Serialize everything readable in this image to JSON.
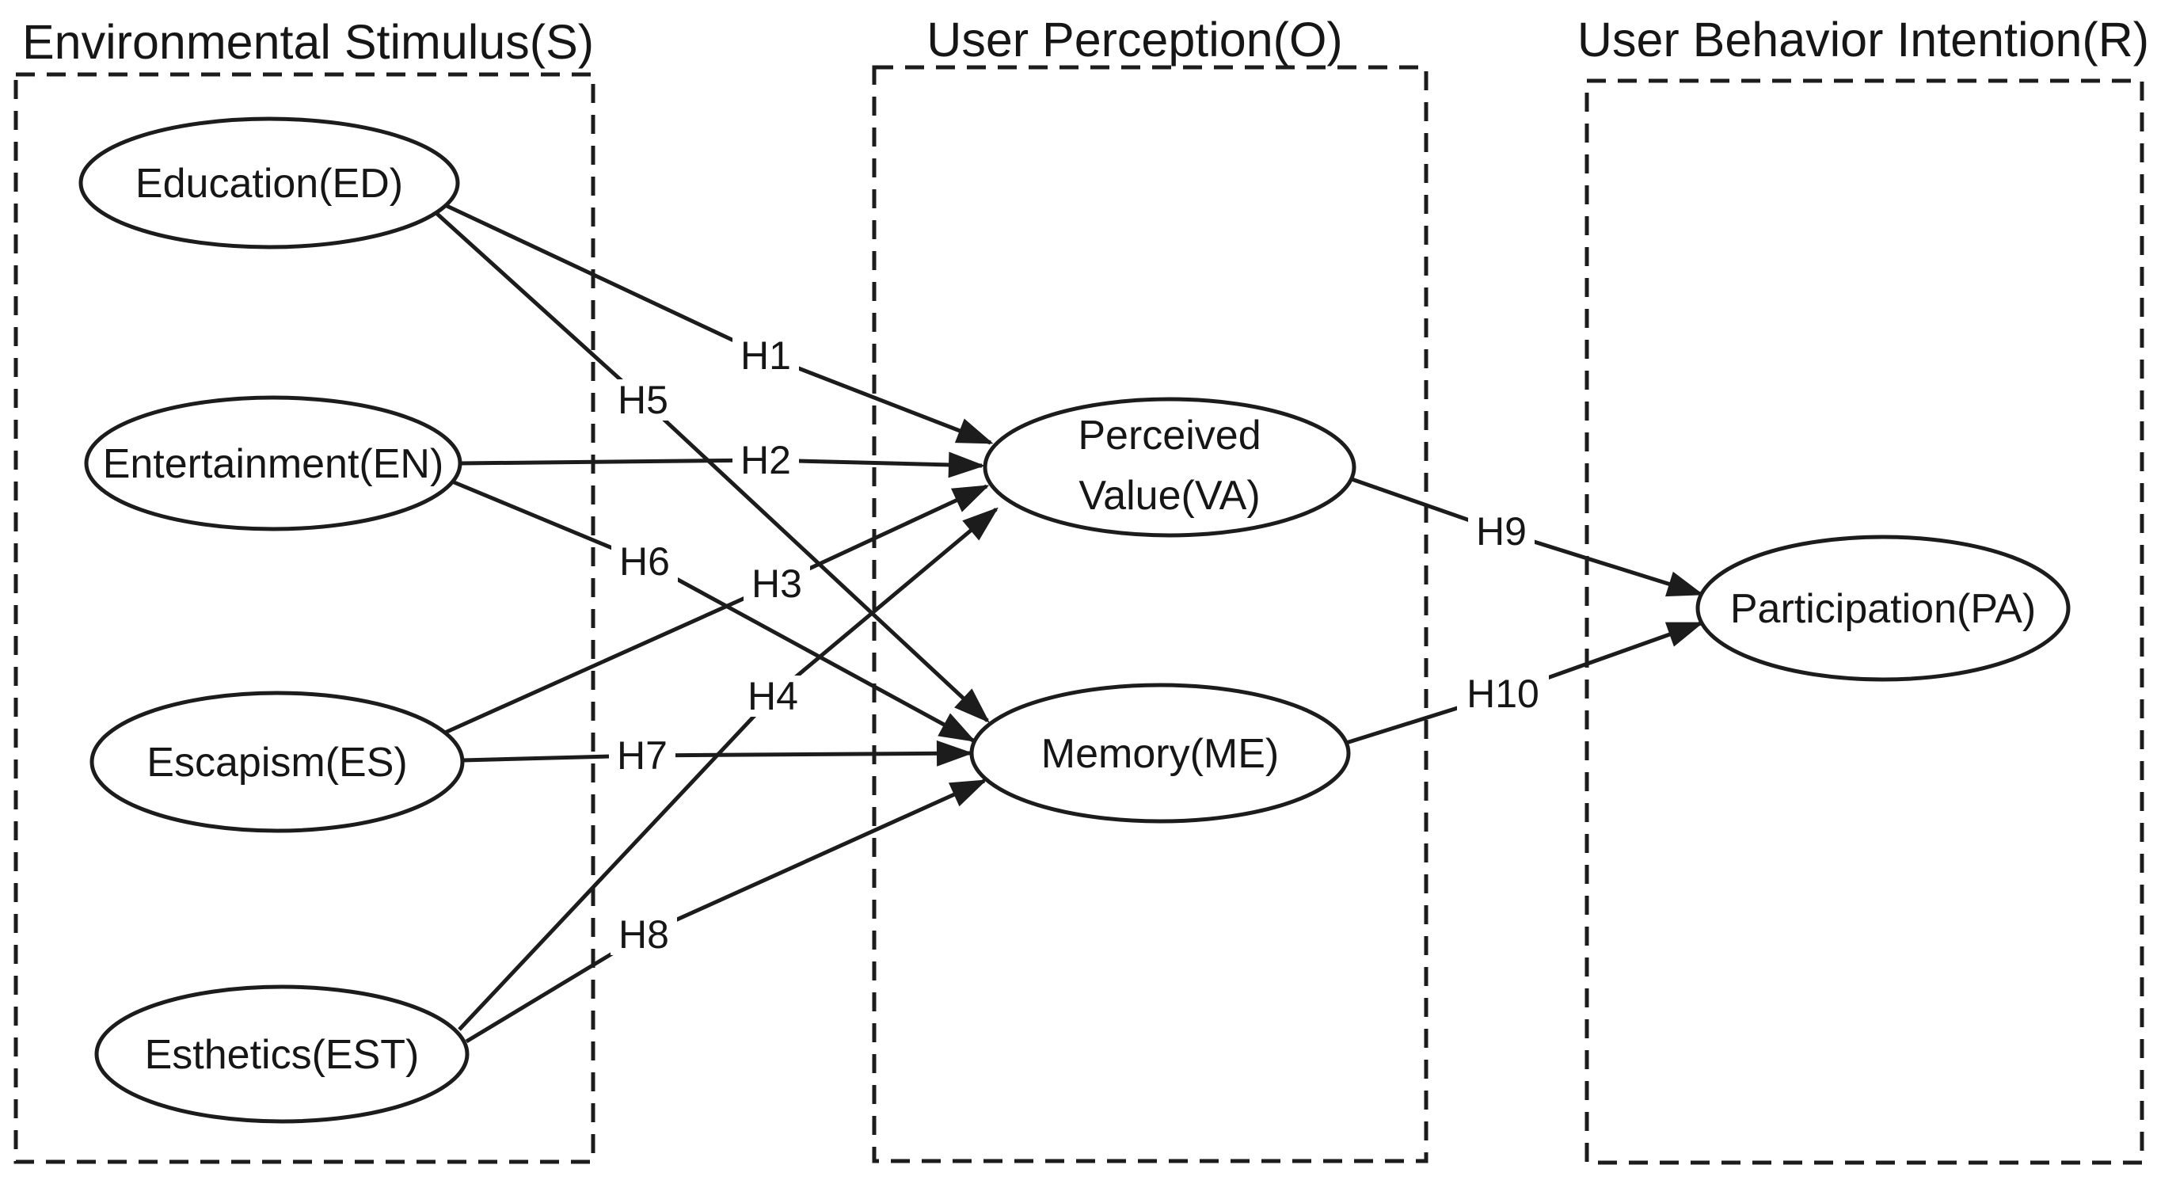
{
  "figure": {
    "type": "path-diagram",
    "background_color": "#ffffff",
    "ink_color": "#1c1c1c"
  },
  "groups": [
    {
      "id": "S",
      "title": "Environmental Stimulus(S)"
    },
    {
      "id": "O",
      "title": "User Perception(O)"
    },
    {
      "id": "R",
      "title": "User Behavior Intention(R)"
    }
  ],
  "nodes": [
    {
      "id": "ED",
      "label": "Education(ED)",
      "group": "S"
    },
    {
      "id": "EN",
      "label": "Entertainment(EN)",
      "group": "S"
    },
    {
      "id": "ES",
      "label": "Escapism(ES)",
      "group": "S"
    },
    {
      "id": "EST",
      "label": "Esthetics(EST)",
      "group": "S"
    },
    {
      "id": "VA",
      "label": "Perceived Value(VA)",
      "label_lines": [
        "Perceived",
        "Value(VA)"
      ],
      "group": "O"
    },
    {
      "id": "ME",
      "label": "Memory(ME)",
      "group": "O"
    },
    {
      "id": "PA",
      "label": "Participation(PA)",
      "group": "R"
    }
  ],
  "edges": [
    {
      "id": "H1",
      "label": "H1",
      "from": "ED",
      "to": "VA"
    },
    {
      "id": "H2",
      "label": "H2",
      "from": "EN",
      "to": "VA"
    },
    {
      "id": "H3",
      "label": "H3",
      "from": "ES",
      "to": "VA"
    },
    {
      "id": "H4",
      "label": "H4",
      "from": "EST",
      "to": "VA"
    },
    {
      "id": "H5",
      "label": "H5",
      "from": "ED",
      "to": "ME"
    },
    {
      "id": "H6",
      "label": "H6",
      "from": "EN",
      "to": "ME"
    },
    {
      "id": "H7",
      "label": "H7",
      "from": "ES",
      "to": "ME"
    },
    {
      "id": "H8",
      "label": "H8",
      "from": "EST",
      "to": "ME"
    },
    {
      "id": "H9",
      "label": "H9",
      "from": "VA",
      "to": "PA"
    },
    {
      "id": "H10",
      "label": "H10",
      "from": "ME",
      "to": "PA"
    }
  ]
}
